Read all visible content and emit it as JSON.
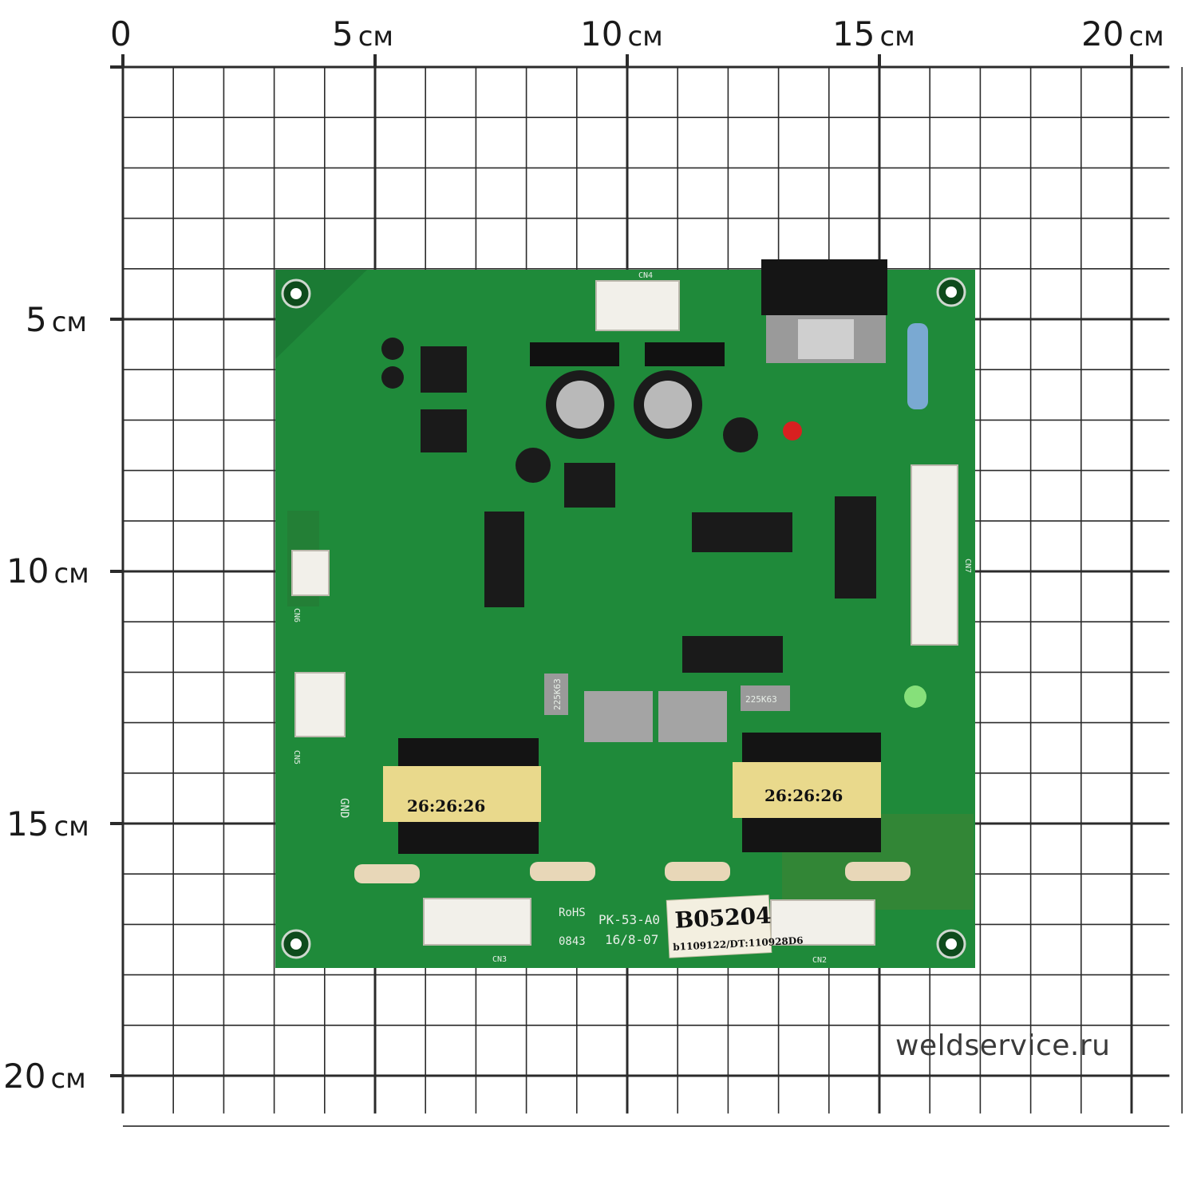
{
  "ruler": {
    "x_ticks": [
      {
        "value": "0",
        "unit": ""
      },
      {
        "value": "5",
        "unit": "см"
      },
      {
        "value": "10",
        "unit": "см"
      },
      {
        "value": "15",
        "unit": "см"
      },
      {
        "value": "20",
        "unit": "см"
      }
    ],
    "y_ticks": [
      {
        "value": "5",
        "unit": "см"
      },
      {
        "value": "10",
        "unit": "см"
      },
      {
        "value": "15",
        "unit": "см"
      },
      {
        "value": "20",
        "unit": "см"
      }
    ]
  },
  "board": {
    "sticker_main": "B05204",
    "sticker_sub": "b1109122/DT:110928D6",
    "silk_model": "PK-53-A0",
    "silk_date": "16/8-07",
    "silk_rohs": "RoHS",
    "silk_code": "0843",
    "silk_gnd": "GND",
    "transformer_left_text": "26:26:26",
    "transformer_right_text": "26:26:26",
    "capacitor_left_text": "225K63",
    "capacitor_right_text": "225K63",
    "connector_labels": [
      "CN4",
      "CN7",
      "CN6",
      "CN5",
      "CN3",
      "CN2"
    ]
  },
  "colors": {
    "board_green": "#1f8a3a",
    "grid_line": "#2b2b2b"
  },
  "watermark": "weldservice.ru"
}
